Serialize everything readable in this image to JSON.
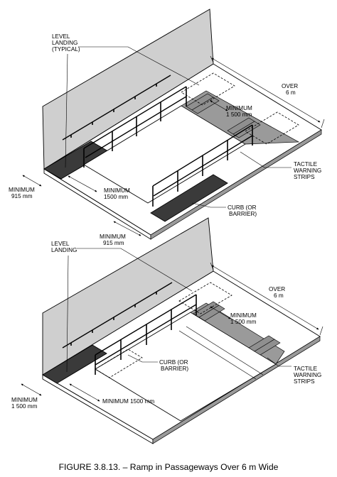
{
  "top_diagram": {
    "level_landing_typical": [
      "LEVEL",
      "LANDING",
      "(TYPICAL)"
    ],
    "over_6m": [
      "OVER",
      "6 m"
    ],
    "minimum_1500_top": [
      "MINIMUM",
      "1 500 mm"
    ],
    "tactile_warning_strips": [
      "TACTILE",
      "WARNING",
      "STRIPS"
    ],
    "minimum_915_left": [
      "MINIMUM",
      "915 mm"
    ],
    "minimum_1500_mid": [
      "MINIMUM",
      "1500 mm"
    ],
    "curb_or_barrier": [
      "CURB (OR",
      "BARRIER)"
    ],
    "minimum_915_bottom": [
      "MINIMUM",
      "915 mm"
    ]
  },
  "bottom_diagram": {
    "level_landing": [
      "LEVEL",
      "LANDING"
    ],
    "over_6m": [
      "OVER",
      "6 m"
    ],
    "minimum_1500_top": [
      "MINIMUM",
      "1 500 mm"
    ],
    "curb_or_barrier": [
      "CURB (OR",
      "BARRIER)"
    ],
    "tactile_warning_strips": [
      "TACTILE",
      "WARNING",
      "STRIPS"
    ],
    "minimum_1500_left": [
      "MINIMUM",
      "1 500 mm"
    ],
    "minimum_1500_bottom": "MINIMUM 1500 mm"
  },
  "caption": "FIGURE 3.8.13. – Ramp in Passageways Over 6 m Wide"
}
